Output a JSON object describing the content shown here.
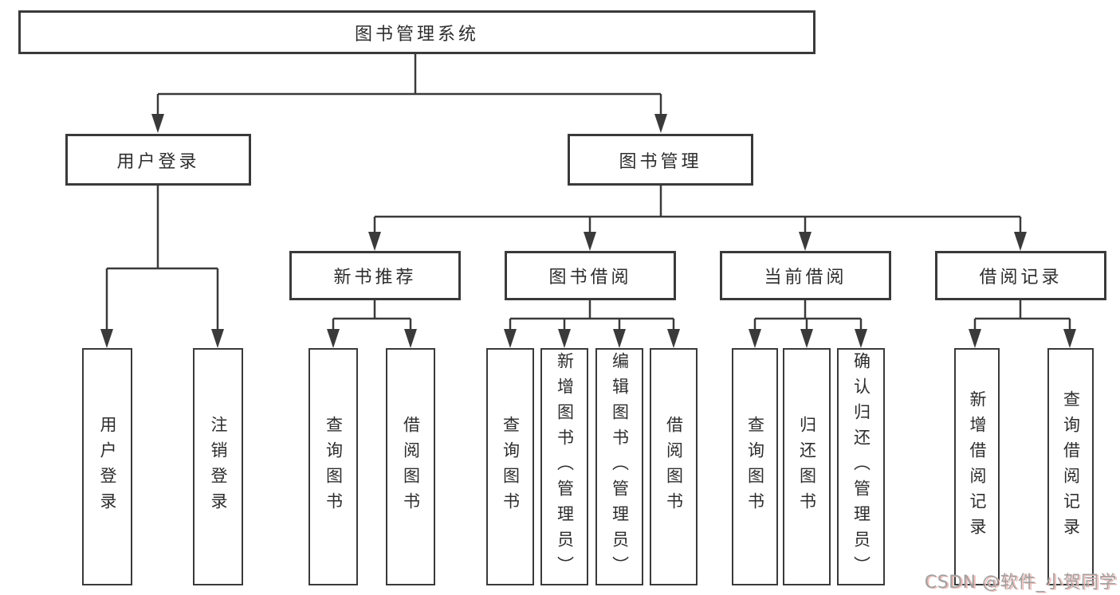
{
  "diagram": {
    "type": "hierarchy-tree",
    "title": "图书管理系统",
    "colors": {
      "line": "#3a3a3a",
      "box_border": "#3a3a3a",
      "box_background": "#ffffff",
      "text": "#2d2d2d",
      "background": "#ffffff",
      "watermark_text": "#9d9d9d",
      "watermark_shadow": "#eebcb8"
    }
  },
  "nodes": {
    "root": {
      "label": "图书管理系统"
    },
    "level2": {
      "user_login": {
        "label": "用户登录"
      },
      "book_management": {
        "label": "图书管理"
      }
    },
    "level3": {
      "new_book_recommend": {
        "label": "新书推荐"
      },
      "book_borrow": {
        "label": "图书借阅"
      },
      "current_borrow": {
        "label": "当前借阅"
      },
      "borrow_record": {
        "label": "借阅记录"
      }
    },
    "leaves": [
      {
        "parent": "用户登录",
        "label": "用户登录"
      },
      {
        "parent": "用户登录",
        "label": "注销登录"
      },
      {
        "parent": "新书推荐",
        "label": "查询图书"
      },
      {
        "parent": "新书推荐",
        "label": "借阅图书"
      },
      {
        "parent": "图书借阅",
        "label": "查询图书"
      },
      {
        "parent": "图书借阅",
        "label": "新增图书（管理员）"
      },
      {
        "parent": "图书借阅",
        "label": "编辑图书（管理员）"
      },
      {
        "parent": "图书借阅",
        "label": "借阅图书"
      },
      {
        "parent": "当前借阅",
        "label": "查询图书"
      },
      {
        "parent": "当前借阅",
        "label": "归还图书"
      },
      {
        "parent": "当前借阅",
        "label": "确认归还（管理员）"
      },
      {
        "parent": "借阅记录",
        "label": "新增借阅记录"
      },
      {
        "parent": "借阅记录",
        "label": "查询借阅记录"
      }
    ]
  },
  "watermark": {
    "text": "CSDN @软件_小贺同学"
  }
}
